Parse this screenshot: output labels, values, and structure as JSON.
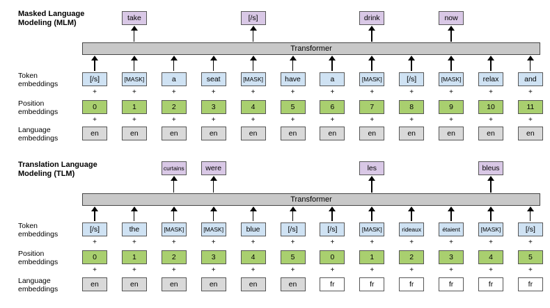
{
  "mlm": {
    "title_line1": "Masked Language",
    "title_line2": "Modeling (MLM)",
    "transformer_label": "Transformer",
    "outputs": [
      {
        "col": 1,
        "text": "take"
      },
      {
        "col": 4,
        "text": "[/s]"
      },
      {
        "col": 7,
        "text": "drink"
      },
      {
        "col": 9,
        "text": "now"
      }
    ],
    "tokens": [
      "[/s]",
      "[MASK]",
      "a",
      "seat",
      "[MASK]",
      "have",
      "a",
      "[MASK]",
      "[/s]",
      "[MASK]",
      "relax",
      "and"
    ],
    "positions": [
      "0",
      "1",
      "2",
      "3",
      "4",
      "5",
      "6",
      "7",
      "8",
      "9",
      "10",
      "11"
    ],
    "languages": [
      "en",
      "en",
      "en",
      "en",
      "en",
      "en",
      "en",
      "en",
      "en",
      "en",
      "en",
      "en"
    ]
  },
  "tlm": {
    "title_line1": "Translation Language",
    "title_line2": "Modeling (TLM)",
    "transformer_label": "Transformer",
    "outputs": [
      {
        "col": 2,
        "text": "curtains"
      },
      {
        "col": 3,
        "text": "were"
      },
      {
        "col": 7,
        "text": "les"
      },
      {
        "col": 10,
        "text": "bleus"
      }
    ],
    "tokens": [
      "[/s]",
      "the",
      "[MASK]",
      "[MASK]",
      "blue",
      "[/s]",
      "[/s]",
      "[MASK]",
      "rideaux",
      "étaient",
      "[MASK]",
      "[/s]"
    ],
    "positions": [
      "0",
      "1",
      "2",
      "3",
      "4",
      "5",
      "0",
      "1",
      "2",
      "3",
      "4",
      "5"
    ],
    "languages": [
      "en",
      "en",
      "en",
      "en",
      "en",
      "en",
      "fr",
      "fr",
      "fr",
      "fr",
      "fr",
      "fr"
    ]
  },
  "row_labels": {
    "token_1": "Token",
    "token_2": "embeddings",
    "position_1": "Position",
    "position_2": "embeddings",
    "language_1": "Language",
    "language_2": "embeddings"
  },
  "plus_symbol": "+"
}
